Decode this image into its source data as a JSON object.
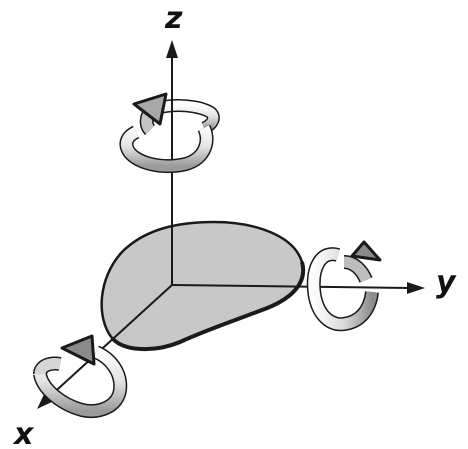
{
  "axes": {
    "z_label": "z",
    "y_label": "y",
    "x_label": "x"
  },
  "colors": {
    "line": "#1a1a1a",
    "body_fill": "#c8c8c8",
    "arrow_light": "#f4f4f4",
    "arrow_mid": "#b9b9b9",
    "arrow_dark": "#6e6e6e"
  },
  "icons": [
    "rotation-arrow-icon"
  ]
}
